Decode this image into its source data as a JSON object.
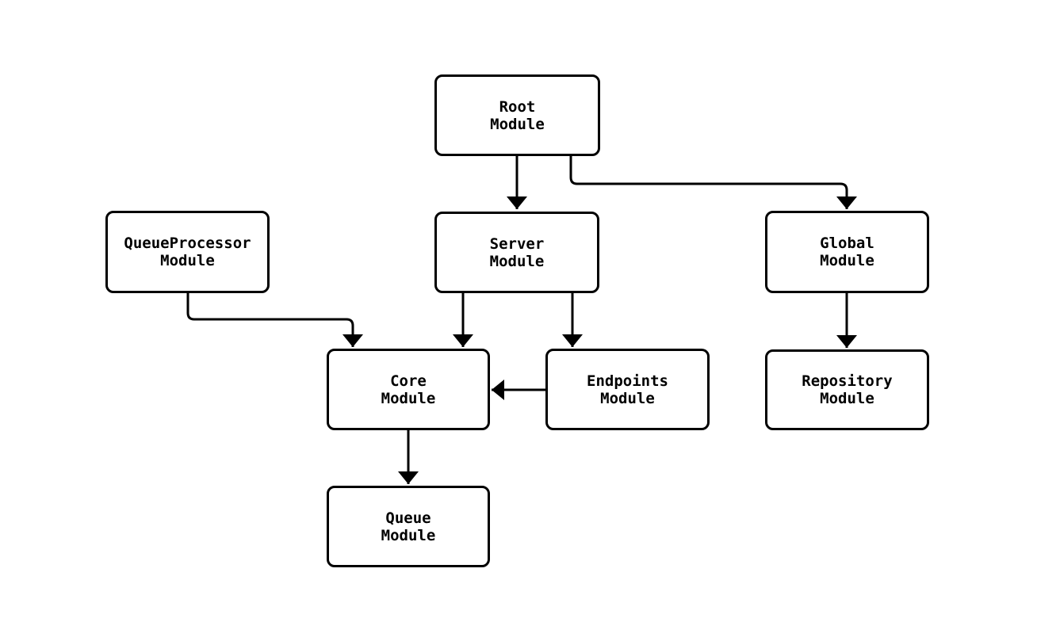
{
  "diagram": {
    "background_color": "#ffffff",
    "stroke_color": "#000000",
    "nodes": [
      {
        "id": "root",
        "line1": "Root",
        "line2": "Module"
      },
      {
        "id": "queueprocessor",
        "line1": "QueueProcessor",
        "line2": "Module"
      },
      {
        "id": "server",
        "line1": "Server",
        "line2": "Module"
      },
      {
        "id": "global",
        "line1": "Global",
        "line2": "Module"
      },
      {
        "id": "core",
        "line1": "Core",
        "line2": "Module"
      },
      {
        "id": "endpoints",
        "line1": "Endpoints",
        "line2": "Module"
      },
      {
        "id": "repository",
        "line1": "Repository",
        "line2": "Module"
      },
      {
        "id": "queue",
        "line1": "Queue",
        "line2": "Module"
      }
    ],
    "edges": [
      {
        "from": "Root Module",
        "to": "Server Module"
      },
      {
        "from": "Root Module",
        "to": "Global Module"
      },
      {
        "from": "QueueProcessor Module",
        "to": "Core Module"
      },
      {
        "from": "Server Module",
        "to": "Core Module"
      },
      {
        "from": "Server Module",
        "to": "Endpoints Module"
      },
      {
        "from": "Endpoints Module",
        "to": "Core Module"
      },
      {
        "from": "Global Module",
        "to": "Repository Module"
      },
      {
        "from": "Core Module",
        "to": "Queue Module"
      }
    ]
  }
}
